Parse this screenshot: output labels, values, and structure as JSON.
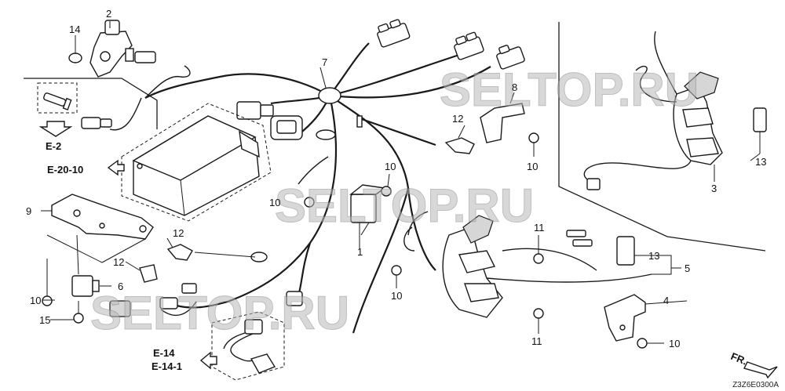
{
  "callouts": {
    "c1": "1",
    "c2": "2",
    "c3": "3",
    "c4": "4",
    "c5": "5",
    "c6": "6",
    "c7": "7",
    "c8": "8",
    "c9": "9",
    "c10a": "10",
    "c10b": "10",
    "c10c": "10",
    "c10d": "10",
    "c10e": "10",
    "c10f": "10",
    "c11a": "11",
    "c11b": "11",
    "c12a": "12",
    "c12b": "12",
    "c12c": "12",
    "c13a": "13",
    "c13b": "13",
    "c14": "14",
    "c15": "15"
  },
  "references": {
    "e2": "E-2",
    "e2010": "E-20-10",
    "e14": "E-14",
    "e141": "E-14-1"
  },
  "direction": "FR.",
  "watermarks": [
    "SELTOP.RU",
    "SELTOP.RU",
    "SELTOP.RU"
  ],
  "diagram_code": "Z3Z6E0300A"
}
